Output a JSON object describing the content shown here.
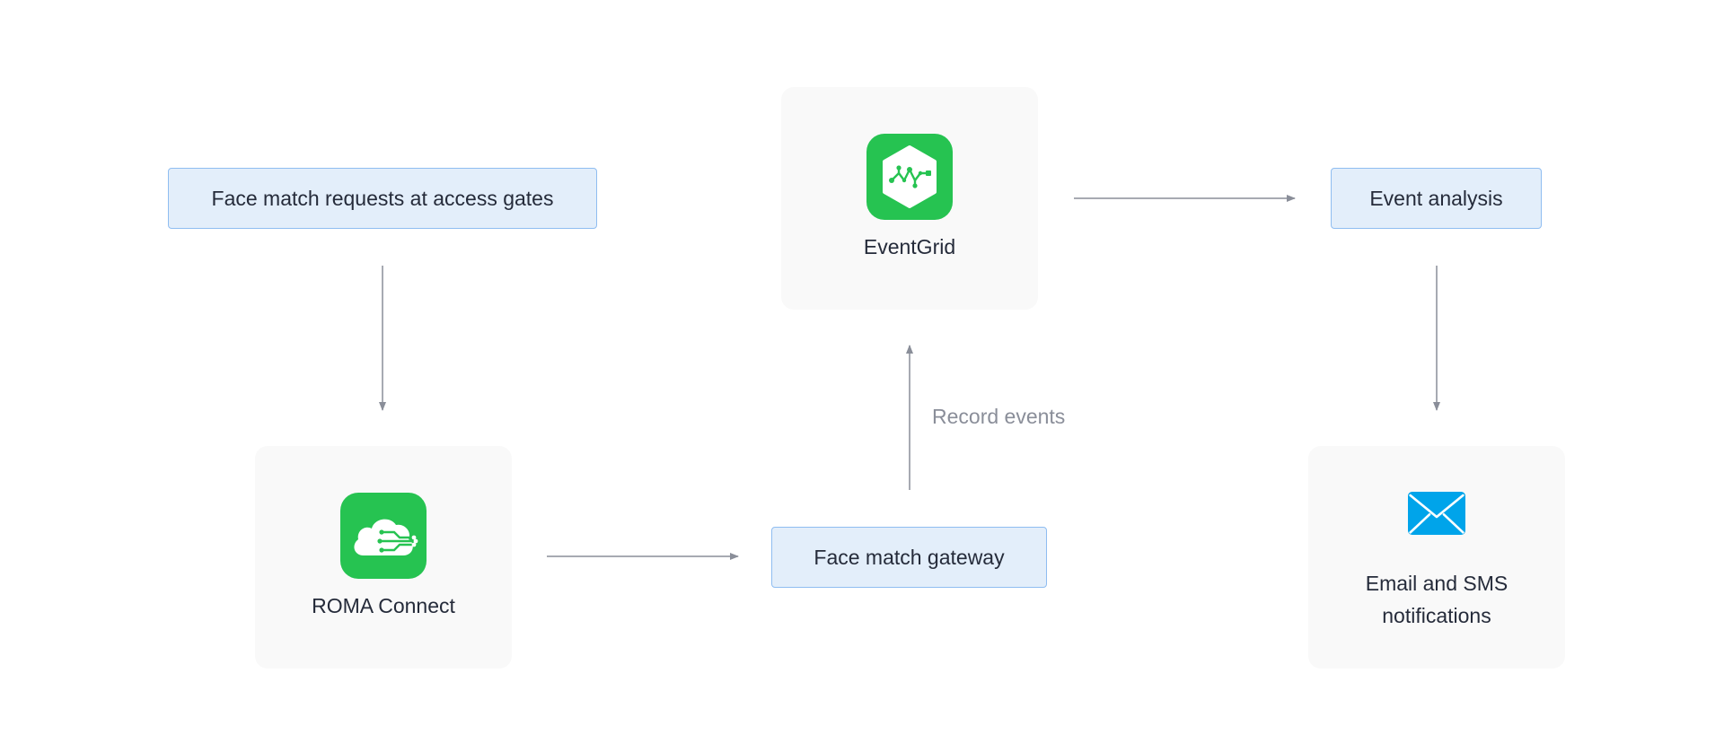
{
  "nodes": {
    "face_match_requests": "Face match requests at access gates",
    "roma_connect": "ROMA Connect",
    "face_match_gateway": "Face match gateway",
    "eventgrid": "EventGrid",
    "event_analysis": "Event analysis",
    "notifications_line1": "Email and SMS",
    "notifications_line2": "notifications"
  },
  "edges": {
    "record_events": "Record events"
  },
  "icons": {
    "roma_connect": "cloud-circuit-icon",
    "eventgrid": "hexagon-network-icon",
    "notifications": "envelope-icon"
  },
  "colors": {
    "node_fill": "#e3eefa",
    "node_border": "#8fbdf1",
    "card_fill": "#f9f9f9",
    "icon_green": "#26c351",
    "icon_blue": "#00a4ea",
    "arrow": "#8a8e99"
  }
}
